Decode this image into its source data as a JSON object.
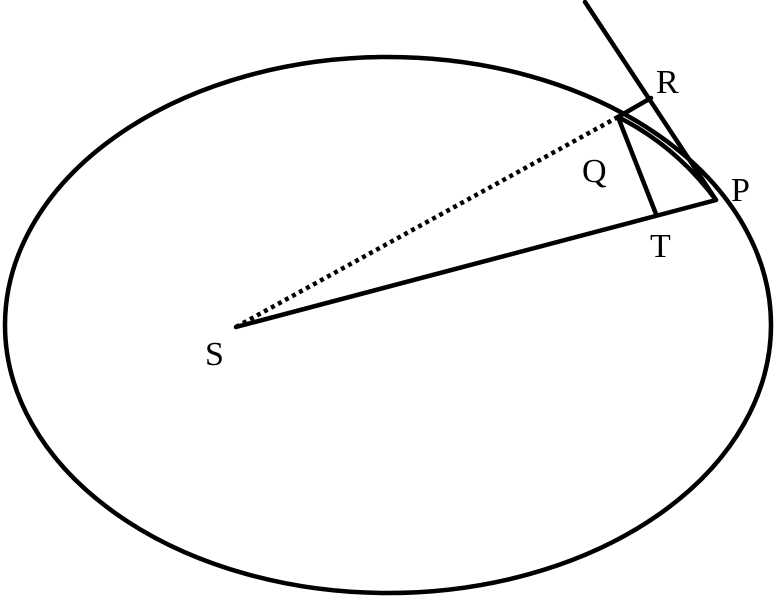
{
  "labels": {
    "s": "S",
    "p": "P",
    "q": "Q",
    "r": "R",
    "t": "T"
  },
  "colors": {
    "stroke": "#000000",
    "background": "#ffffff"
  }
}
